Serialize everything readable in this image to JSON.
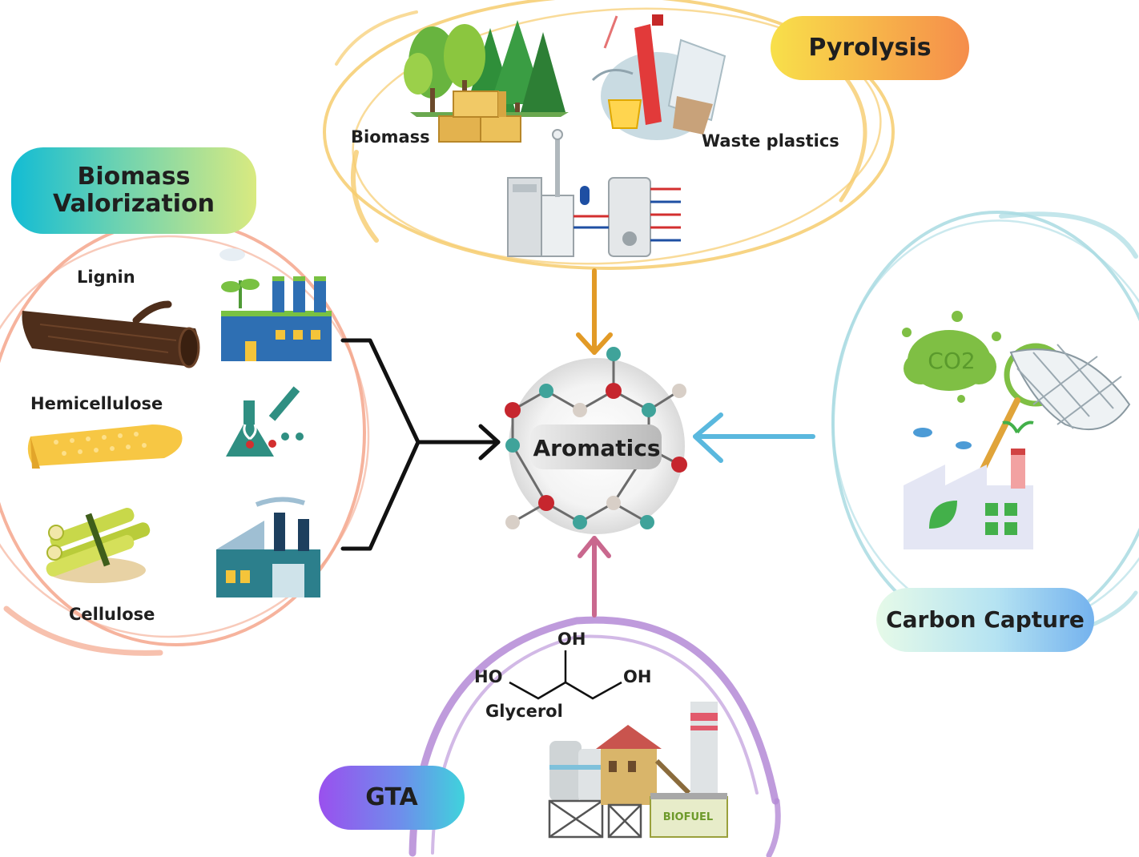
{
  "center": {
    "label": "Aromatics"
  },
  "routes": {
    "biomass_valorization": {
      "title": "Biomass Valorization",
      "color": "#f4a68c",
      "items": [
        "Lignin",
        "Hemicellulose",
        "Cellulose"
      ]
    },
    "pyrolysis": {
      "title": "Pyrolysis",
      "color": "#f6cc6e",
      "items": [
        "Biomass",
        "Waste plastics"
      ]
    },
    "carbon_capture": {
      "title": "Carbon Capture",
      "color": "#a9dbe2",
      "co2_label": "CO2"
    },
    "gta": {
      "title": "GTA",
      "color": "#b48ad6",
      "molecule": {
        "name": "Glycerol",
        "groups": [
          "OH",
          "HO",
          "OH"
        ]
      },
      "plant_sign": "BIOFUEL"
    }
  },
  "arrow_colors": {
    "pyrolysis": "#e29a26",
    "biomass": "#111111",
    "carbon": "#5ab8de",
    "gta": "#c9688e"
  },
  "atom_colors": {
    "teal": "#3fa39a",
    "red": "#c6262e",
    "grey": "#d8cfc7"
  }
}
